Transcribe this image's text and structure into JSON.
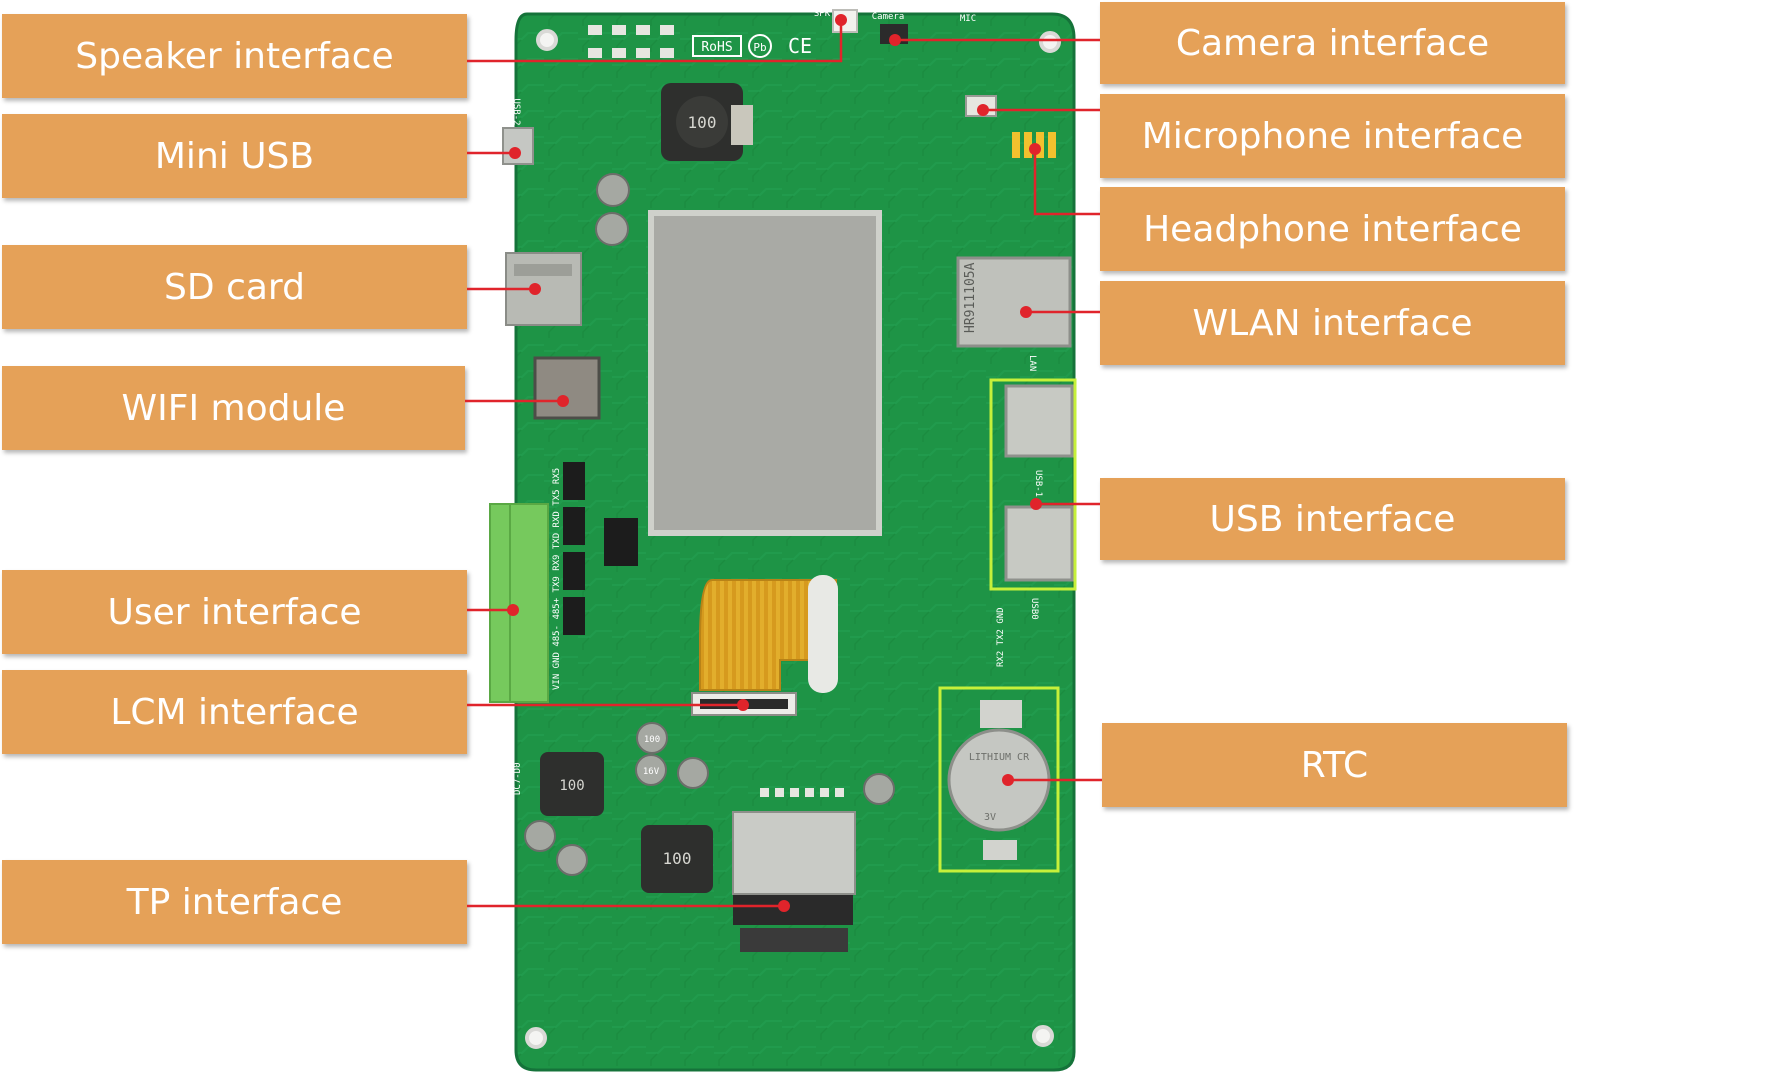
{
  "labels": {
    "speaker": "Speaker interface",
    "mini_usb": "Mini USB",
    "sd_card": "SD card",
    "wifi": "WIFI module",
    "user": "User interface",
    "lcm": "LCM interface",
    "tp": "TP interface",
    "camera": "Camera interface",
    "microphone": "Microphone interface",
    "headphone": "Headphone interface",
    "wlan": "WLAN interface",
    "usb": "USB interface",
    "rtc": "RTC"
  },
  "board_marks": {
    "rohs": "RoHS",
    "pb": "Pb",
    "ce": "CE",
    "spk": "SPK",
    "camera": "Camera",
    "mic": "MIC",
    "usb2": "USB-2",
    "usb1": "USB-1",
    "usb0": "USB0",
    "lan": "LAN",
    "inductor": "100",
    "cap_value": "100",
    "cap_rating": "16V",
    "eth_part": "HR911105A",
    "battery": "LITHIUM CR",
    "battery_voltage": "3V",
    "board_id": "DC7-D0",
    "uart_pins": "RX2 TX2 GND",
    "io_pins": "VIN GND 485- 485+ TX9 RX9 TXD RXD TX5 RX5"
  },
  "colors": {
    "label_bg": "#e5a158",
    "label_text": "#ffffff",
    "leader": "#e0242b",
    "pcb": "#1e9446",
    "highlight": "#c6f03a"
  }
}
